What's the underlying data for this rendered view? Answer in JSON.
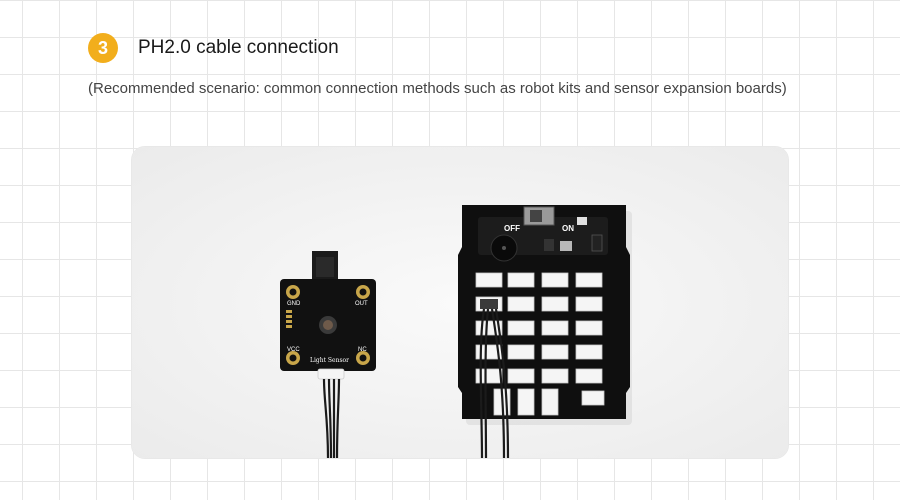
{
  "step": {
    "number": "3",
    "color": "#f2ae1c"
  },
  "heading": {
    "title": "PH2.0 cable connection",
    "subtitle": "(Recommended scenario: common connection methods such as robot kits and sensor expansion boards)"
  },
  "photo": {
    "sensor_module": {
      "name": "Light Sensor",
      "pins": [
        "GND",
        "OUT",
        "VCC",
        "NC"
      ]
    },
    "expansion_board": {
      "switch_labels": [
        "OFF",
        "ON"
      ]
    }
  }
}
